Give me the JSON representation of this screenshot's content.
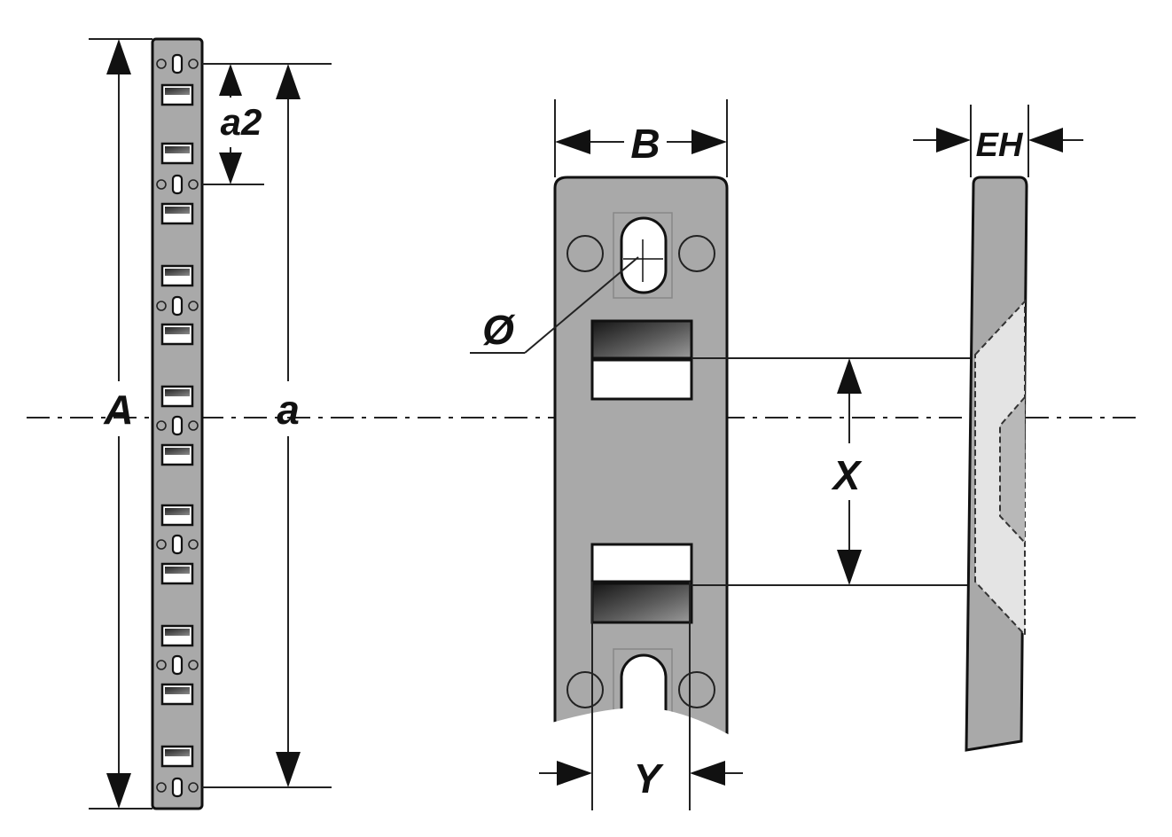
{
  "labels": {
    "overall_length": "A",
    "hole_pitch_span": "a",
    "link_pitch": "a2",
    "width": "B",
    "thickness": "EH",
    "hole_diameter": "Ø",
    "slot_spacing": "X",
    "slot_width": "Y"
  },
  "colors": {
    "part_fill": "#a9a9a9",
    "outline": "#111111",
    "slot_highlight": "#e4e4e4",
    "background": "#ffffff"
  }
}
